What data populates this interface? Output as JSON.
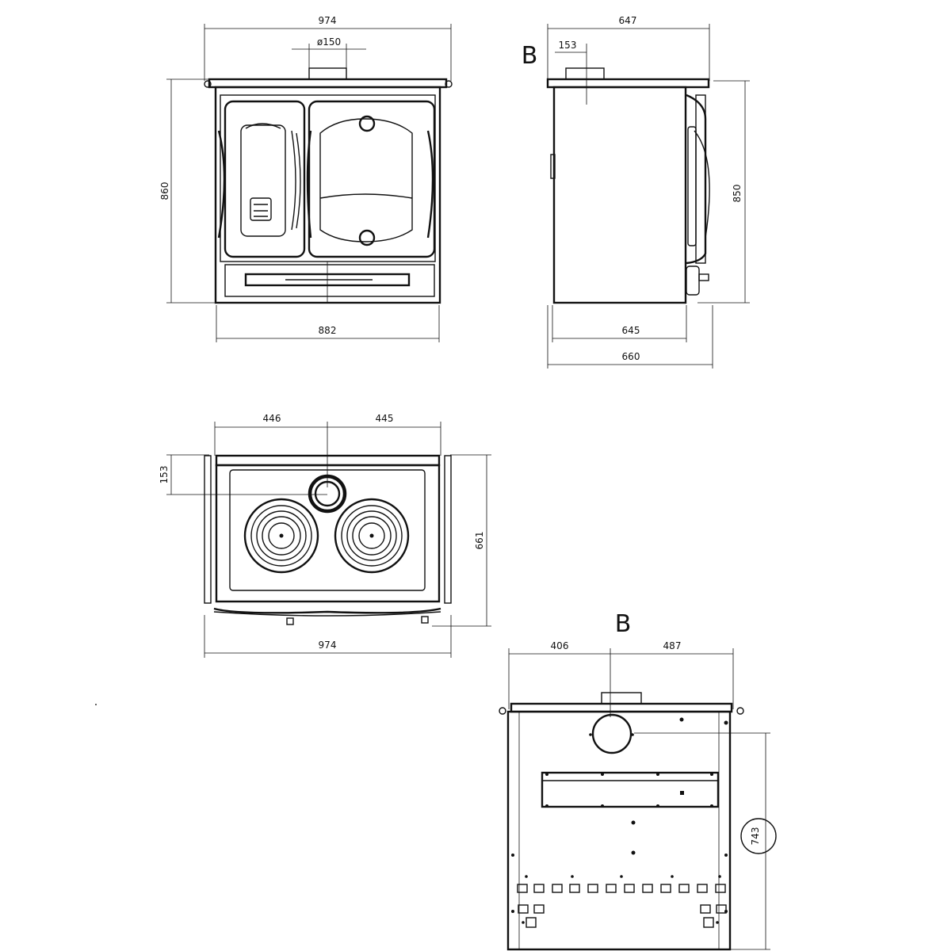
{
  "front_view": {
    "dims": {
      "width_top": "974",
      "flue_diameter": "ø150",
      "height": "860",
      "width_bottom": "882"
    }
  },
  "side_view": {
    "label": "B",
    "dims": {
      "depth_top": "647",
      "flue_offset": "153",
      "height": "850",
      "depth_body": "645",
      "depth_total": "660"
    }
  },
  "top_view": {
    "dims": {
      "left_to_flue": "446",
      "flue_to_right": "445",
      "flue_from_back": "153",
      "depth": "661",
      "width": "974"
    }
  },
  "rear_view": {
    "label": "B",
    "dims": {
      "left_to_flue": "406",
      "flue_to_right": "487",
      "flue_height": "743"
    }
  }
}
